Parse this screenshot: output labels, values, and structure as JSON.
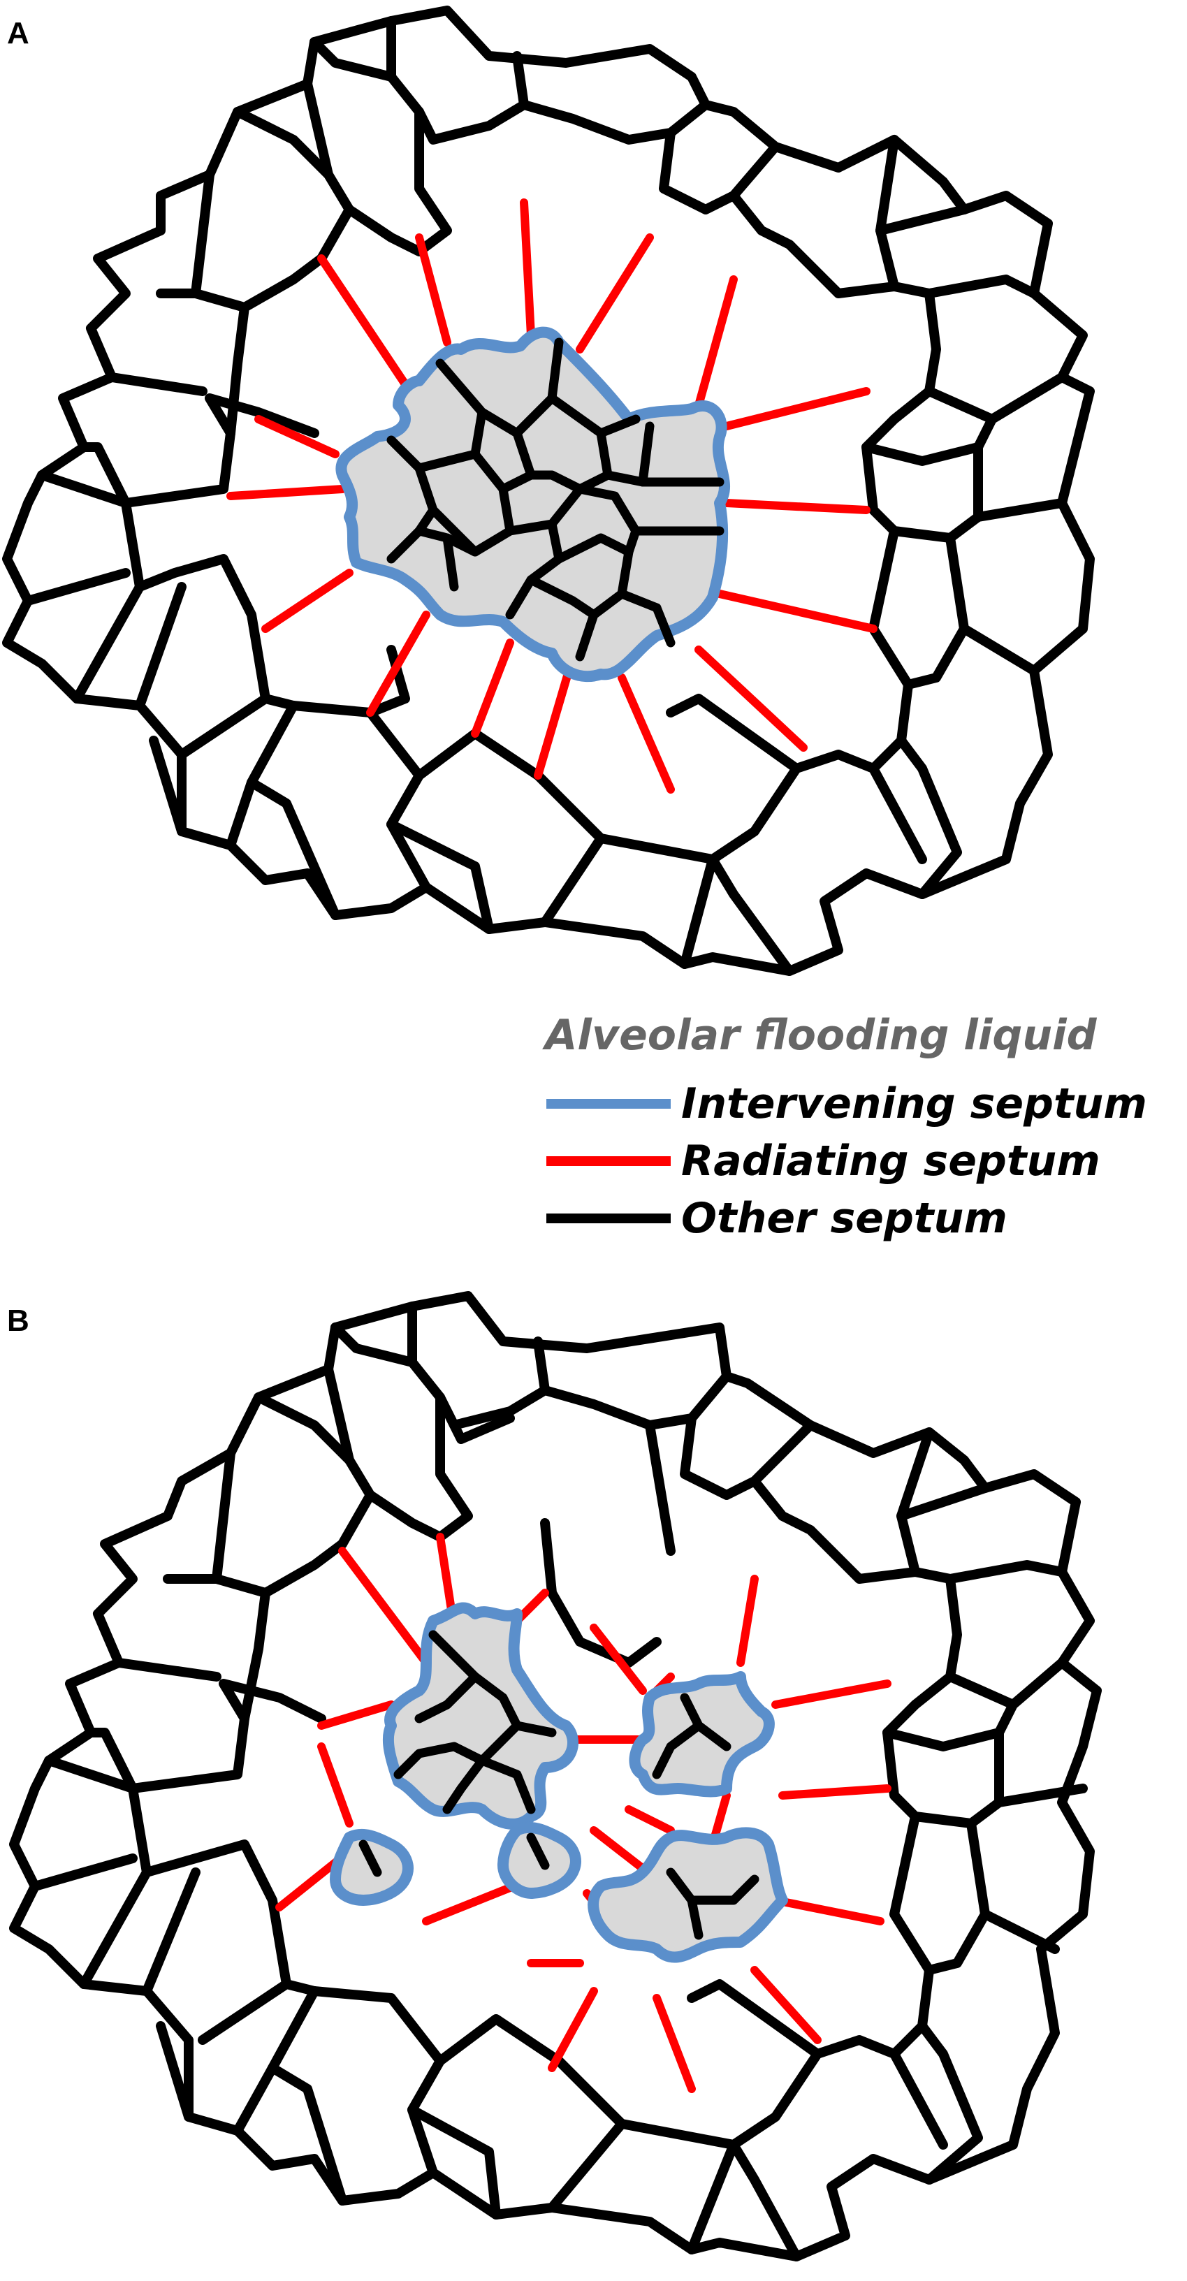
{
  "panels": [
    {
      "label": "A"
    },
    {
      "label": "B"
    }
  ],
  "legend": {
    "items": [
      {
        "text": "Alveolar flooding liquid",
        "color": "#666666",
        "swatch": "none"
      },
      {
        "text": "Intervening septum",
        "color": "#000000",
        "swatch": "#5b8fcb"
      },
      {
        "text": "Radiating septum",
        "color": "#000000",
        "swatch": "#ff0000"
      },
      {
        "text": "Other septum",
        "color": "#000000",
        "swatch": "#000000"
      }
    ]
  },
  "colors": {
    "intervening": "#5b8fcb",
    "radiating": "#ff0000",
    "other": "#000000",
    "flooded_fill": "#d9d9d9"
  }
}
